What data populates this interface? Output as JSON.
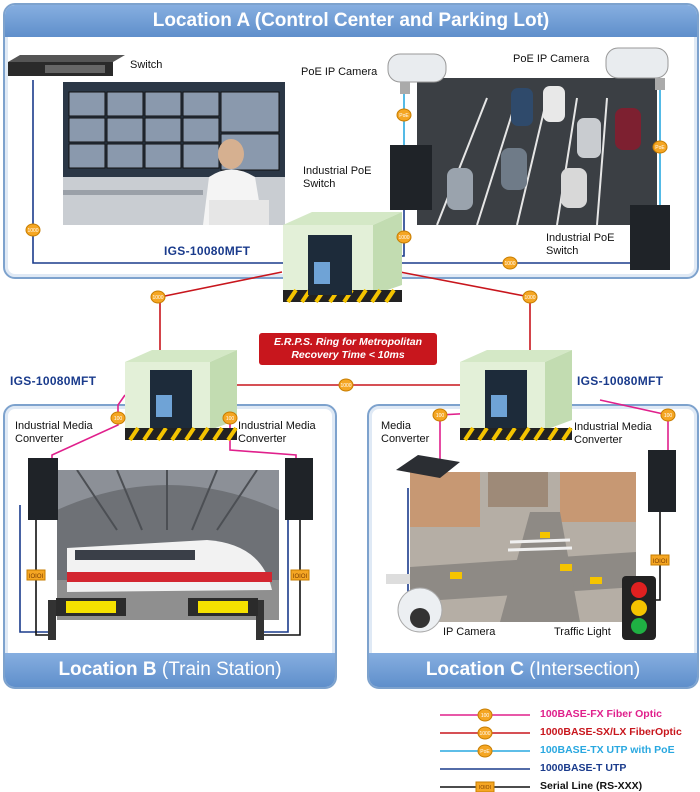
{
  "panels": {
    "a_title": "Location A (Control Center and Parking Lot)",
    "b_title_main": "Location B",
    "b_title_sub": "(Train Station)",
    "c_title_main": "Location C",
    "c_title_sub": "(Intersection)"
  },
  "labels": {
    "switch": "Switch",
    "poe_cam_1": "PoE IP Camera",
    "poe_cam_2": "PoE IP Camera",
    "ind_poe_switch_1": "Industrial PoE Switch",
    "ind_poe_switch_2": "Industrial PoE Switch",
    "igs_top": "IGS-10080MFT",
    "igs_left": "IGS-10080MFT",
    "igs_right": "IGS-10080MFT",
    "erps_line1": "E.R.P.S. Ring for Metropolitan",
    "erps_line2": "Recovery Time < 10ms",
    "ind_media_conv_b1": "Industrial Media Converter",
    "ind_media_conv_b2": "Industrial Media Converter",
    "media_conv_c": "Media Converter",
    "ind_media_conv_c": "Industrial Media Converter",
    "ip_camera": "IP Camera",
    "traffic_light": "Traffic Light"
  },
  "badges": {
    "b1000": "1000",
    "b100": "100",
    "poe": "PoE",
    "serial": "IOIOI"
  },
  "legend": [
    {
      "label": "100BASE-FX Fiber Optic",
      "color": "#e0208c",
      "badge": "100"
    },
    {
      "label": "1000BASE-SX/LX FiberOptic",
      "color": "#c8161d",
      "badge": "1000"
    },
    {
      "label": "100BASE-TX UTP with PoE",
      "color": "#29a8e0",
      "badge": "PoE"
    },
    {
      "label": "1000BASE-T UTP",
      "color": "#1a3b8c",
      "badge": ""
    },
    {
      "label": "Serial Line (RS-XXX)",
      "color": "#111111",
      "badge": "IOIOI"
    }
  ],
  "colors": {
    "fiber100": "#e0208c",
    "fiber1000": "#c8161d",
    "poe": "#29a8e0",
    "utp": "#1a3b8c",
    "serial": "#111111",
    "panel": "#7da2cd"
  }
}
